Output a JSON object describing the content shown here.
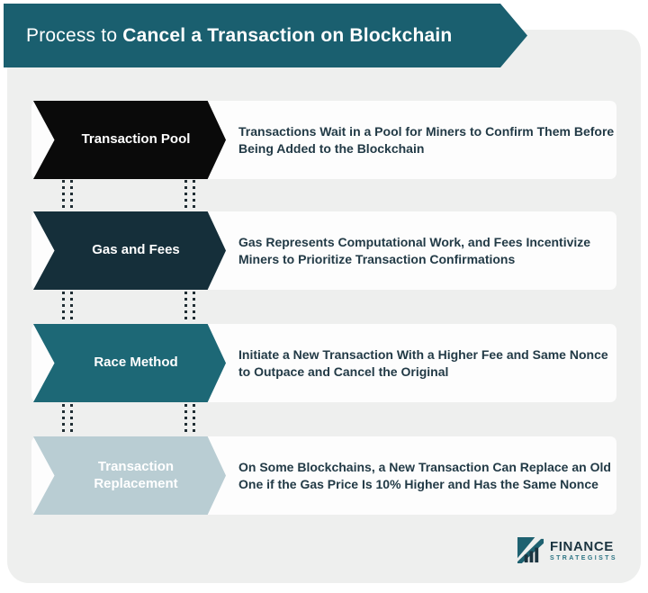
{
  "header": {
    "title_regular": "Process to",
    "title_bold": "Cancel a Transaction on Blockchain"
  },
  "steps": [
    {
      "label": "Transaction Pool",
      "description": "Transactions Wait in a Pool for Miners to Confirm Them Before Being Added to the Blockchain",
      "arrow_color": "#0a0a0a"
    },
    {
      "label": "Gas and Fees",
      "description": "Gas Represents Computational Work, and Fees Incentivize Miners to Prioritize Transaction Confirmations",
      "arrow_color": "#152f3a"
    },
    {
      "label": "Race Method",
      "description": "Initiate a New Transaction With a Higher Fee and Same Nonce to Outpace and Cancel the Original",
      "arrow_color": "#1d6876"
    },
    {
      "label": "Transaction Replacement",
      "description": "On Some Blockchains, a New Transaction Can Replace an Old One if the Gas Price Is 10% Higher and Has the Same Nonce",
      "arrow_color": "#b9cdd3"
    }
  ],
  "footer": {
    "logo_line1": "FINANCE",
    "logo_line2": "STRATEGISTS",
    "logo_icon": "growth-chart-icon"
  },
  "colors": {
    "banner": "#1a5f6f",
    "card_bg": "#eeefee",
    "row_bg": "#fdfdfd",
    "description_text": "#223a46",
    "dots": "#1f2d33",
    "logo_dark": "#1b3440",
    "logo_teal": "#2c7484"
  }
}
